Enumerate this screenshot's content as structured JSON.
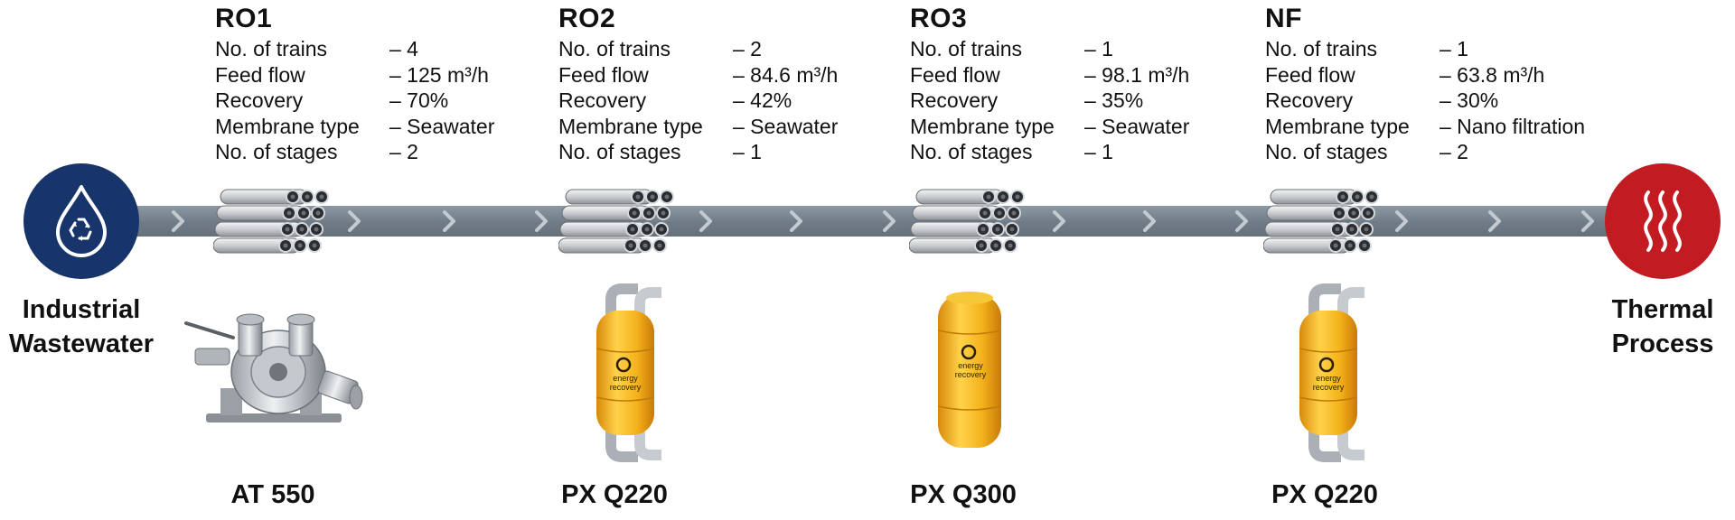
{
  "colors": {
    "pipe": "#6f7b86",
    "chevron": "#c3cad1",
    "source_circle": "#17346b",
    "destination_circle": "#c21b21",
    "px_yellow": "#f4b21b"
  },
  "source": {
    "label_line1": "Industrial",
    "label_line2": "Wastewater",
    "icon": "water-recycle-icon"
  },
  "destination": {
    "label_line1": "Thermal",
    "label_line2": "Process",
    "icon": "heat-waves-icon"
  },
  "stages": [
    {
      "name": "RO1",
      "specs": [
        {
          "label": "No. of trains",
          "value": "– 4"
        },
        {
          "label": "Feed flow",
          "value": "– 125 m³/h"
        },
        {
          "label": "Recovery",
          "value": "– 70%"
        },
        {
          "label": "Membrane type",
          "value": "– Seawater"
        },
        {
          "label": "No. of stages",
          "value": "– 2"
        }
      ],
      "device": "AT 550"
    },
    {
      "name": "RO2",
      "specs": [
        {
          "label": "No. of trains",
          "value": "– 2"
        },
        {
          "label": "Feed flow",
          "value": "– 84.6 m³/h"
        },
        {
          "label": "Recovery",
          "value": "– 42%"
        },
        {
          "label": "Membrane type",
          "value": "– Seawater"
        },
        {
          "label": "No. of stages",
          "value": "– 1"
        }
      ],
      "device": "PX Q220"
    },
    {
      "name": "RO3",
      "specs": [
        {
          "label": "No. of trains",
          "value": "– 1"
        },
        {
          "label": "Feed flow",
          "value": "– 98.1 m³/h"
        },
        {
          "label": "Recovery",
          "value": "– 35%"
        },
        {
          "label": "Membrane type",
          "value": "– Seawater"
        },
        {
          "label": "No. of stages",
          "value": "– 1"
        }
      ],
      "device": "PX Q300"
    },
    {
      "name": "NF",
      "specs": [
        {
          "label": "No. of trains",
          "value": "– 1"
        },
        {
          "label": "Feed flow",
          "value": "– 63.8 m³/h"
        },
        {
          "label": "Recovery",
          "value": "– 30%"
        },
        {
          "label": "Membrane type",
          "value": "– Nano filtration"
        },
        {
          "label": "No. of stages",
          "value": "– 2"
        }
      ],
      "device": "PX Q220"
    }
  ],
  "px_logo": {
    "line1": "energy",
    "line2": "recovery"
  }
}
